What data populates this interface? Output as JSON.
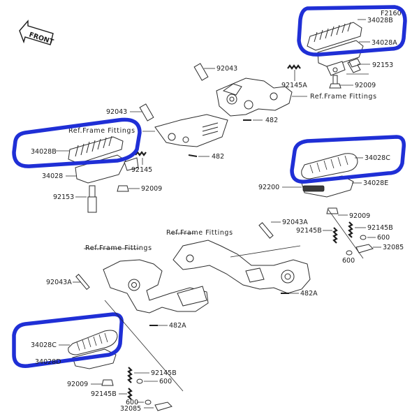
{
  "figure_code": "F2160",
  "front_label": "FRONT",
  "ref_frame": "Ref.Frame Fittings",
  "highlight_color": "#1f2fd6",
  "labels": {
    "p34028B_top": "34028B",
    "p34028A": "34028A",
    "p92153_top": "92153",
    "p92009_top": "92009",
    "p92043_top": "92043",
    "p92145A": "92145A",
    "p482_top": "482",
    "p92043_mid": "92043",
    "p34028B_left": "34028B",
    "p92145": "92145",
    "p482_mid": "482",
    "p34028": "34028",
    "p92009_left": "92009",
    "p92153_left": "92153",
    "p34028C_right": "34028C",
    "p92200": "92200",
    "p34028E": "34028E",
    "p92009_right": "92009",
    "p92043A_right": "92043A",
    "p92145B_r1": "92145B",
    "p92145B_r2": "92145B",
    "p600_r1": "600",
    "p32085_right": "32085",
    "p600_r2": "600",
    "p92043A_left": "92043A",
    "p482A_right": "482A",
    "p482A_left": "482A",
    "p34028C_left": "34028C",
    "p34028D": "34028D",
    "p92009_bottom": "92009",
    "p92145B_b": "92145B",
    "p600_b1": "600",
    "p92145B_b2": "92145B",
    "p600_b2": "600",
    "p32085_bottom": "32085"
  }
}
